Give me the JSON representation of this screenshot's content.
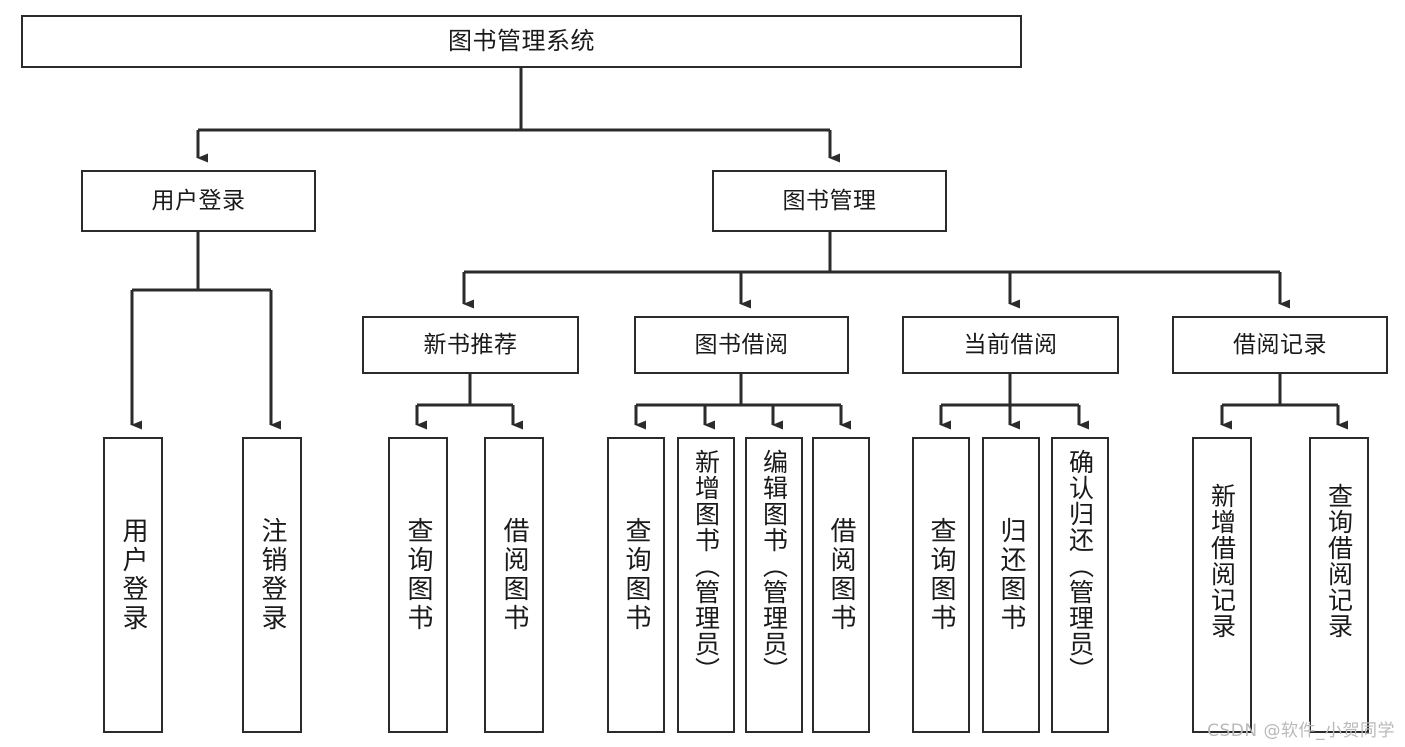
{
  "diagram": {
    "title": "图书管理系统",
    "type": "tree-hierarchy-chart",
    "watermark": "CSDN @软件_小贺同学",
    "stroke_color": "#2b2b2b",
    "background_color": "#ffffff"
  },
  "nodes": {
    "root": {
      "label": "图书管理系统"
    },
    "level2": [
      {
        "id": "user-login",
        "label": "用户登录"
      },
      {
        "id": "book-management",
        "label": "图书管理"
      }
    ],
    "level3": [
      {
        "id": "new-book-recommend",
        "label": "新书推荐"
      },
      {
        "id": "book-borrow",
        "label": "图书借阅"
      },
      {
        "id": "current-borrow",
        "label": "当前借阅"
      },
      {
        "id": "borrow-record",
        "label": "借阅记录"
      }
    ],
    "leaves": {
      "user_login_children": [
        {
          "id": "leaf-user-login",
          "label": "用户登录"
        },
        {
          "id": "leaf-logout-login",
          "label": "注销登录"
        }
      ],
      "new_book_recommend_children": [
        {
          "id": "leaf-query-book-1",
          "label": "查询图书"
        },
        {
          "id": "leaf-borrow-book-1",
          "label": "借阅图书"
        }
      ],
      "book_borrow_children": [
        {
          "id": "leaf-query-book-2",
          "label": "查询图书"
        },
        {
          "id": "leaf-add-book",
          "label": "新增图书（管理员）"
        },
        {
          "id": "leaf-edit-book",
          "label": "编辑图书（管理员）"
        },
        {
          "id": "leaf-borrow-book-2",
          "label": "借阅图书"
        }
      ],
      "current_borrow_children": [
        {
          "id": "leaf-query-book-3",
          "label": "查询图书"
        },
        {
          "id": "leaf-return-book",
          "label": "归还图书"
        },
        {
          "id": "leaf-confirm-return",
          "label": "确认归还（管理员）"
        }
      ],
      "borrow_record_children": [
        {
          "id": "leaf-add-borrow-record",
          "label": "新增借阅记录"
        },
        {
          "id": "leaf-query-borrow-record",
          "label": "查询借阅记录"
        }
      ]
    }
  }
}
